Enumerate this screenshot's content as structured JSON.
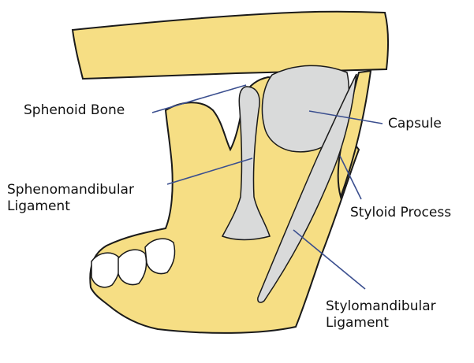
{
  "colors": {
    "bone": "#F6DE84",
    "bone_outline": "#1a1a1a",
    "ligament": "#D9DADA",
    "leader": "#3B4F8F",
    "background": "#FFFFFF"
  },
  "labels": {
    "sphenoid_bone": "Sphenoid Bone",
    "capsule": "Capsule",
    "sphenomandibular_line1": "Sphenomandibular",
    "sphenomandibular_line2": "Ligament",
    "styloid_process": "Styloid Process",
    "stylomandibular_line1": "Stylomandibular",
    "stylomandibular_line2": "Ligament"
  }
}
